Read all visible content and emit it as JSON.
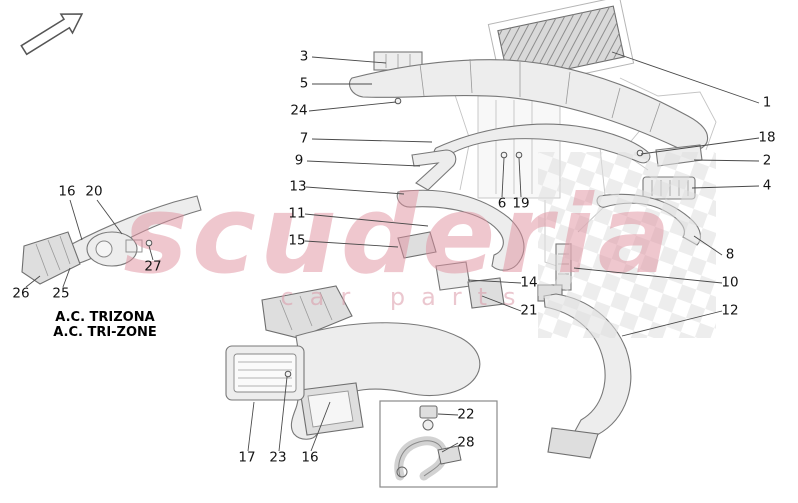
{
  "watermark": {
    "brand": "scuderia",
    "subtitle": "car parts",
    "brand_color": "#e0909f"
  },
  "zone_label": {
    "line1": "A.C. TRIZONA",
    "line2": "A.C. TRI-ZONE"
  },
  "callouts": {
    "c1": "1",
    "c2": "2",
    "c3": "3",
    "c4": "4",
    "c5": "5",
    "c6": "6",
    "c7": "7",
    "c8": "8",
    "c9": "9",
    "c10": "10",
    "c11": "11",
    "c12": "12",
    "c13": "13",
    "c14": "14",
    "c15": "15",
    "c16a": "16",
    "c16b": "16",
    "c17": "17",
    "c18": "18",
    "c19": "19",
    "c20": "20",
    "c21": "21",
    "c22": "22",
    "c23": "23",
    "c24": "24",
    "c25": "25",
    "c26": "26",
    "c27": "27",
    "c28": "28"
  }
}
